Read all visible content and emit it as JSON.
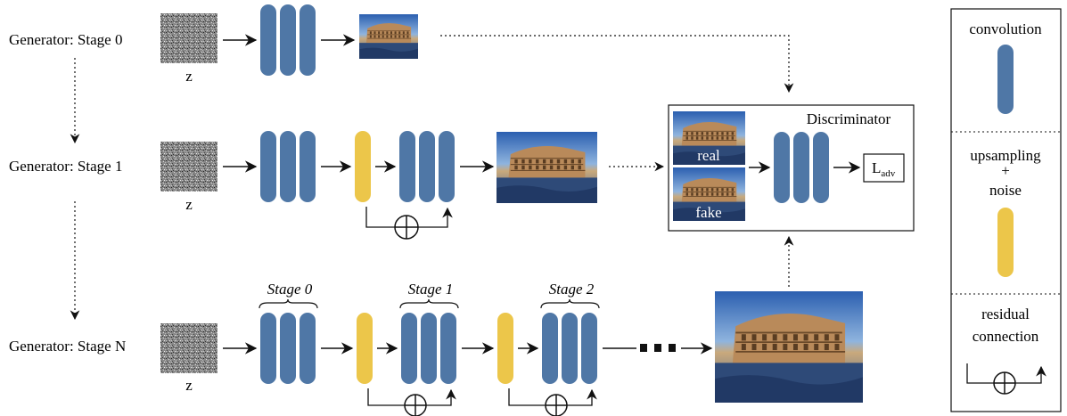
{
  "rows": [
    {
      "label": "Generator: Stage 0",
      "noise_label": "z"
    },
    {
      "label": "Generator: Stage 1",
      "noise_label": "z"
    },
    {
      "label": "Generator: Stage N",
      "noise_label": "z"
    }
  ],
  "stage_n": {
    "stage_labels": [
      "Stage 0",
      "Stage 1",
      "Stage 2"
    ]
  },
  "discriminator": {
    "title": "Discriminator",
    "real_label": "real",
    "fake_label": "fake",
    "loss_main": "L",
    "loss_sub": "adv"
  },
  "legend": {
    "convolution": "convolution",
    "upsampling": "upsampling",
    "plus": "+",
    "noise": "noise",
    "residual": "residual",
    "connection": "connection"
  },
  "colors": {
    "conv": "#4f77a6",
    "upsample": "#ecc64a",
    "line": "#111111"
  }
}
